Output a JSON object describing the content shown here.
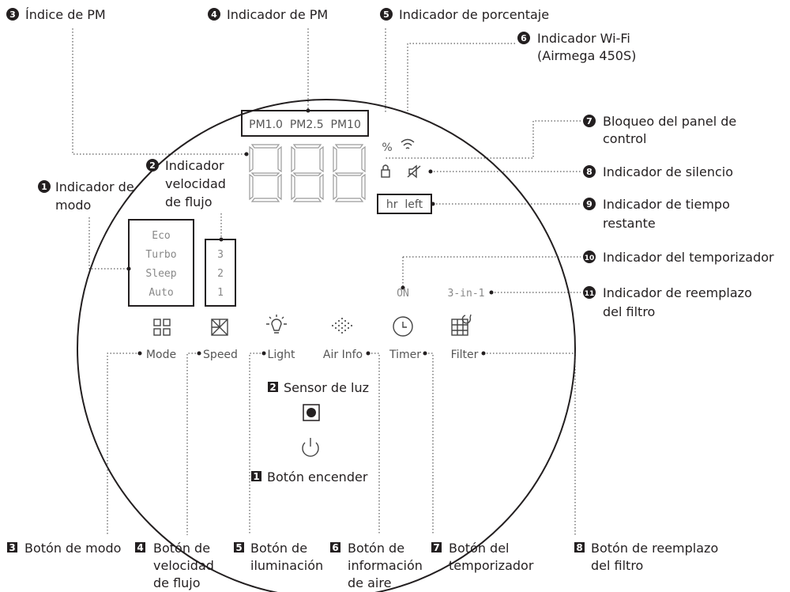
{
  "callouts": {
    "c1": {
      "num": "1",
      "lines": [
        "Indicador de",
        "modo"
      ]
    },
    "c2": {
      "num": "2",
      "lines": [
        "Indicador",
        "velocidad",
        "de flujo"
      ]
    },
    "c3": {
      "num": "3",
      "lines": [
        "Índice de PM"
      ]
    },
    "c4": {
      "num": "4",
      "lines": [
        "Indicador de PM"
      ]
    },
    "c5": {
      "num": "5",
      "lines": [
        "Indicador de porcentaje"
      ]
    },
    "c6": {
      "num": "6",
      "lines": [
        "Indicador Wi-Fi",
        "(Airmega 450S)"
      ]
    },
    "c7": {
      "num": "7",
      "lines": [
        "Bloqueo del panel de",
        "control"
      ]
    },
    "c8": {
      "num": "8",
      "lines": [
        "Indicador de silencio"
      ]
    },
    "c9": {
      "num": "9",
      "lines": [
        "Indicador de tiempo",
        "restante"
      ]
    },
    "c10": {
      "num": "10",
      "lines": [
        "Indicador del temporizador"
      ]
    },
    "c11": {
      "num": "11",
      "lines": [
        "Indicador de reemplazo",
        "del filtro"
      ]
    }
  },
  "panel": {
    "pm_types": "PM1.0  PM2.5  PM10",
    "percent": "%",
    "remaining": "hr  left",
    "modes": [
      "Eco",
      "Turbo",
      "Sleep",
      "Auto"
    ],
    "speeds": [
      "3",
      "2",
      "1"
    ],
    "timer_on": "ON",
    "filter_type": "3-in-1",
    "buttons": [
      "Mode",
      "Speed",
      "Light",
      "Air Info",
      "Timer",
      "Filter"
    ],
    "light_sensor": {
      "num": "2",
      "label": "Sensor de luz"
    },
    "power_button": {
      "num": "1",
      "label": "Botón encender"
    }
  },
  "bottom": [
    {
      "num": "3",
      "lines": [
        "Botón de modo"
      ]
    },
    {
      "num": "4",
      "lines": [
        "Botón de",
        "velocidad",
        "de flujo"
      ]
    },
    {
      "num": "5",
      "lines": [
        "Botón de",
        "iluminación"
      ]
    },
    {
      "num": "6",
      "lines": [
        "Botón de",
        "información",
        "de aire"
      ]
    },
    {
      "num": "7",
      "lines": [
        "Botón del",
        "temporizador"
      ]
    },
    {
      "num": "8",
      "lines": [
        "Botón de reemplazo",
        "del filtro"
      ]
    }
  ],
  "icons": {
    "mode": "grid-icon",
    "speed": "fan-icon",
    "light": "bulb-icon",
    "air": "dots-icon",
    "timer": "clock-icon",
    "filter": "filter-icon",
    "wifi": "wifi-icon",
    "lock": "lock-icon",
    "mute": "mute-icon",
    "power": "power-icon"
  }
}
